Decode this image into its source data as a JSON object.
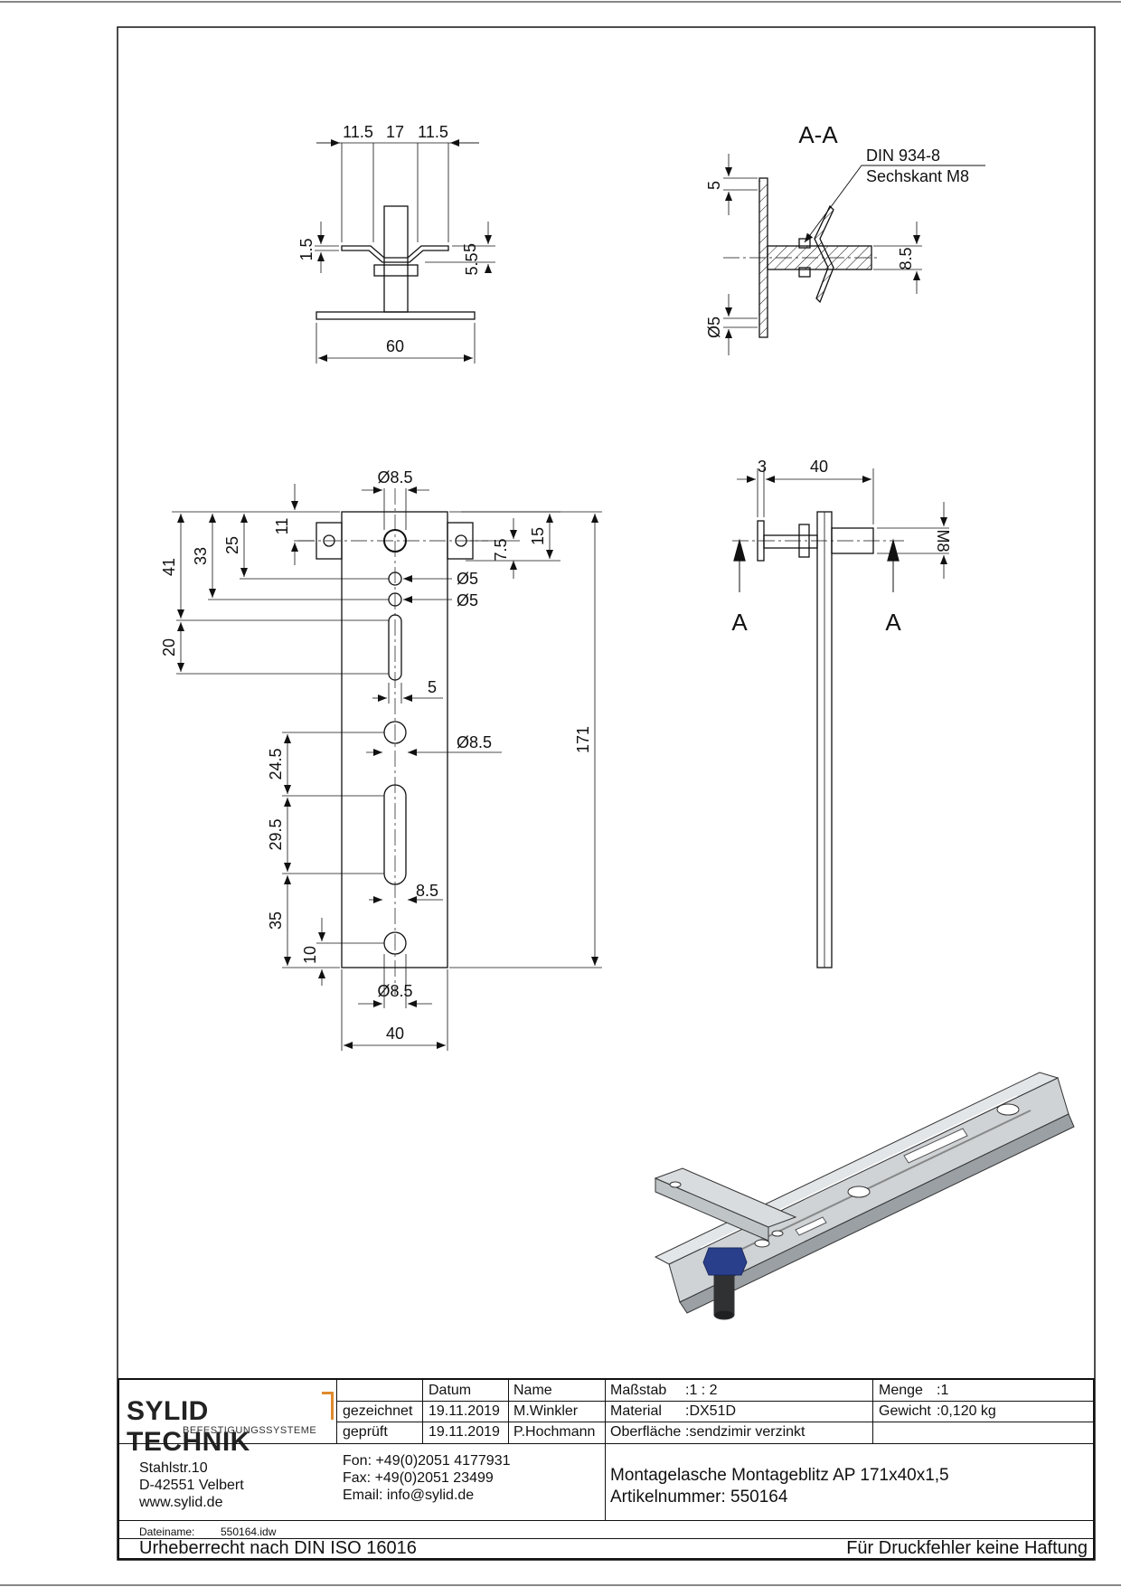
{
  "views": {
    "top": {
      "dims": [
        "11.5",
        "17",
        "11.5",
        "1.5",
        "5",
        "5.5",
        "60"
      ]
    },
    "section": {
      "title": "A-A",
      "note_line1": "DIN 934-8",
      "note_line2": "Sechskant M8",
      "dims": [
        "5",
        "8.5",
        "Ø5"
      ]
    },
    "front": {
      "dims": [
        "Ø8.5",
        "11",
        "25",
        "33",
        "41",
        "7.5",
        "15",
        "Ø5",
        "Ø5",
        "20",
        "5",
        "Ø8.5",
        "171",
        "24.5",
        "29.5",
        "35",
        "8.5",
        "10",
        "Ø8.5",
        "40"
      ]
    },
    "side": {
      "dims": [
        "3",
        "40",
        "M8"
      ],
      "cut_left": "A",
      "cut_right": "A"
    }
  },
  "titleblock": {
    "logo_main": "SYLID TECHNIK",
    "logo_sub": "BEFESTIGUNGSSYSTEME",
    "col_datum": "Datum",
    "col_name": "Name",
    "row1_label": "gezeichnet",
    "row1_date": "19.11.2019",
    "row1_name": "M.Winkler",
    "row2_label": "geprüft",
    "row2_date": "19.11.2019",
    "row2_name": "P.Hochmann",
    "massstab_label": "Maßstab",
    "massstab_value": ":1 : 2",
    "material_label": "Material",
    "material_value": ":DX51D",
    "oberflaeche_label": "Oberfläche",
    "oberflaeche_value": ":sendzimir verzinkt",
    "menge_label": "Menge",
    "menge_value": ":1",
    "gewicht_label": "Gewicht",
    "gewicht_value": ":0,120 kg",
    "address1": "Stahlstr.10",
    "address2": "D-42551 Velbert",
    "address3": "www.sylid.de",
    "fon": "Fon: +49(0)2051 4177931",
    "fax": "Fax: +49(0)2051 23499",
    "email": "Email: info@sylid.de",
    "product": "Montagelasche Montageblitz AP 171x40x1,5",
    "article": "Artikelnummer: 550164",
    "dateiname_label": "Dateiname:",
    "dateiname_value": "550164.idw",
    "copyright": "Urheberrecht nach DIN ISO 16016",
    "disclaimer": "Für Druckfehler keine Haftung"
  }
}
